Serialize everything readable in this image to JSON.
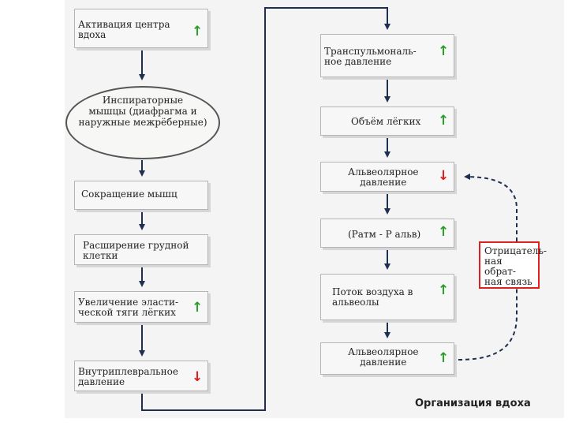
{
  "diagram": {
    "left_column": {
      "activation": {
        "text": "Активация центра\nвдоха",
        "trend": "up"
      },
      "muscles": {
        "text": "Инспираторные\nмышцы (диафрагма и\nнаружные межрёберные)"
      },
      "contraction": {
        "text": "Сокращение мышц"
      },
      "chest": {
        "text": "Расширение грудной\nклетки"
      },
      "elastic": {
        "text": "Увеличение эласти-\nческой тяги лёгких",
        "trend": "up"
      },
      "pleural": {
        "text": "Внутриплевральное\nдавление",
        "trend": "down"
      }
    },
    "right_column": {
      "transpulm": {
        "text": "Транспульмональ-\nное давление",
        "trend": "up"
      },
      "volume": {
        "text": "Объём лёгких",
        "trend": "up"
      },
      "alveolar1": {
        "text": "Альвеолярное\nдавление",
        "trend": "down"
      },
      "gradient": {
        "text": "(Ратм - Р альв)",
        "trend": "up"
      },
      "airflow": {
        "text": "Поток воздуха в\nальвеолы",
        "trend": "up"
      },
      "alveolar2": {
        "text": "Альвеолярное\nдавление",
        "trend": "up"
      }
    },
    "feedback": {
      "text": "Отрицатель-\nная обрат-\nная связь"
    },
    "caption": "Организация вдоха",
    "colors": {
      "increase": "#2a9d2a",
      "decrease": "#e01b1b",
      "feedback_border": "#e02020"
    },
    "icons": {
      "increase": "up-arrow-icon",
      "decrease": "down-arrow-icon"
    }
  }
}
